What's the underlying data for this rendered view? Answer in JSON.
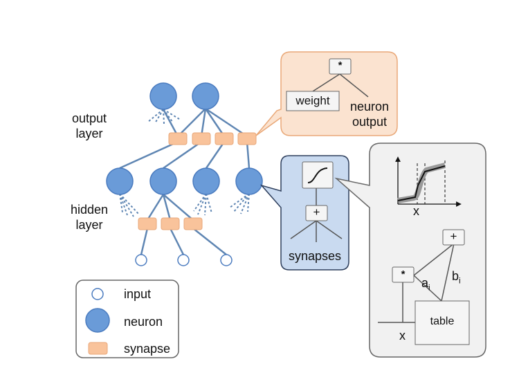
{
  "labels": {
    "output_layer": [
      "output",
      "layer"
    ],
    "hidden_layer": [
      "hidden",
      "layer"
    ],
    "weight": "weight",
    "neuron_output": [
      "neuron",
      "output"
    ],
    "multiply_symbol": "*",
    "plus_symbol": "+",
    "synapses": "synapses",
    "x_axis": "x",
    "a_i": {
      "base": "a",
      "sub": "i"
    },
    "b_i": {
      "base": "b",
      "sub": "i"
    },
    "table": "table",
    "x_input": "x"
  },
  "legend": {
    "input": "input",
    "neuron": "neuron",
    "synapse": "synapse"
  },
  "colors": {
    "neuron_fill": "#6a9bd8",
    "neuron_stroke": "#4a7bbf",
    "synapse_fill": "#f9c39b",
    "synapse_stroke": "#e8a77a",
    "edge": "#5f86b3",
    "callout_weight_fill": "#fbe3d0",
    "callout_weight_stroke": "#e9a878",
    "callout_synapse_fill": "#c9daf0",
    "callout_synapse_stroke": "#2d3e5c",
    "callout_detail_fill": "#f1f1f1",
    "callout_detail_stroke": "#666666"
  }
}
